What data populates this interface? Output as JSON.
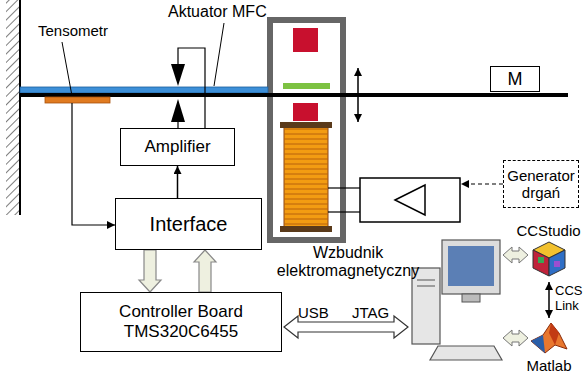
{
  "diagram": {
    "nodes": [
      {
        "text": [
          "M"
        ]
      },
      {
        "text": [
          "Amplifier"
        ]
      },
      {
        "text": [
          "Generator drgań"
        ]
      },
      {
        "text": [
          "Interface"
        ]
      },
      {
        "text": [
          "CCStudio"
        ]
      },
      {
        "text": [
          "Controller Board",
          "TMS320C6455"
        ]
      },
      {
        "text": [
          "Matlab"
        ]
      }
    ],
    "edges": [
      {
        "from": 3,
        "to": 1,
        "arrow": "to"
      },
      {
        "from": 3,
        "to": 5,
        "arrow": "to"
      },
      {
        "from": 5,
        "to": 3,
        "arrow": "to"
      },
      {
        "from": 4,
        "to": 6,
        "label": "CCS Link",
        "arrow": "both"
      }
    ],
    "labels": [
      "Tensometr",
      "Aktuator MFC",
      "Wzbudnik elektromagnetyczny",
      "USB",
      "JTAG"
    ]
  }
}
